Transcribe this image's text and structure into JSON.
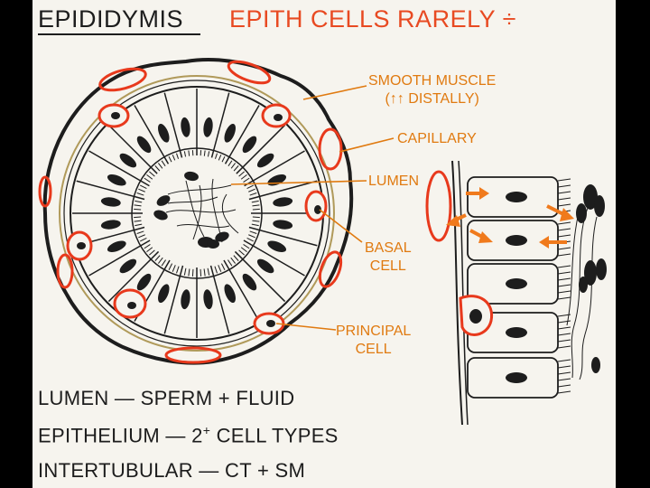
{
  "title": {
    "left": "EPIDIDYMIS",
    "right": "EPITH CELLS RARELY ÷"
  },
  "labels": {
    "smooth_muscle_line1": "SMOOTH MUSCLE",
    "smooth_muscle_line2": "(↑↑ DISTALLY)",
    "capillary": "CAPILLARY",
    "lumen": "LUMEN",
    "basal_line1": "BASAL",
    "basal_line2": "CELL",
    "principal_line1": "PRINCIPAL",
    "principal_line2": "CELL"
  },
  "notes": {
    "line1": "LUMEN — SPERM + FLUID",
    "line2_pre": "EPITHELIUM — 2",
    "line2_sup": "+",
    "line2_post": " CELL TYPES",
    "line3": "INTERTUBULAR — CT + SM"
  },
  "colors": {
    "background": "#f6f4ee",
    "ink": "#1d1d1d",
    "title_red": "#e84a22",
    "label_orange": "#e07a10",
    "capillary_red": "#e8391c",
    "arrow_orange": "#f07a1c",
    "muscle_tan": "#b09a5a"
  }
}
